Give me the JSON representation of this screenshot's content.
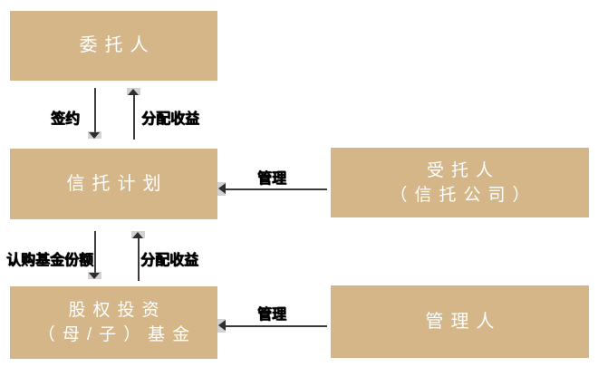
{
  "colors": {
    "box_fill": "#D4B688",
    "box_text": "#FFFFFF",
    "arrow_line": "#3B3B3B",
    "edge_label_text": "#000000",
    "background": "#FFFFFF"
  },
  "boxes": {
    "principal": {
      "label": "委托人"
    },
    "trust_plan": {
      "label": "信托计划"
    },
    "trustee": {
      "line1": "受托人",
      "line2": "（信托公司）"
    },
    "fund": {
      "line1": "股权投资",
      "line2": "（母/子）基金"
    },
    "manager": {
      "label": "管理人"
    }
  },
  "edges": {
    "sign": {
      "label": "签约",
      "direction": "down"
    },
    "distribute_top": {
      "label": "分配收益",
      "direction": "up"
    },
    "manage_trust": {
      "label": "管理",
      "direction": "left"
    },
    "subscribe_shares": {
      "label": "认购基金份额",
      "direction": "down"
    },
    "distribute_bottom": {
      "label": "分配收益",
      "direction": "up"
    },
    "manage_fund": {
      "label": "管理",
      "direction": "left"
    }
  }
}
